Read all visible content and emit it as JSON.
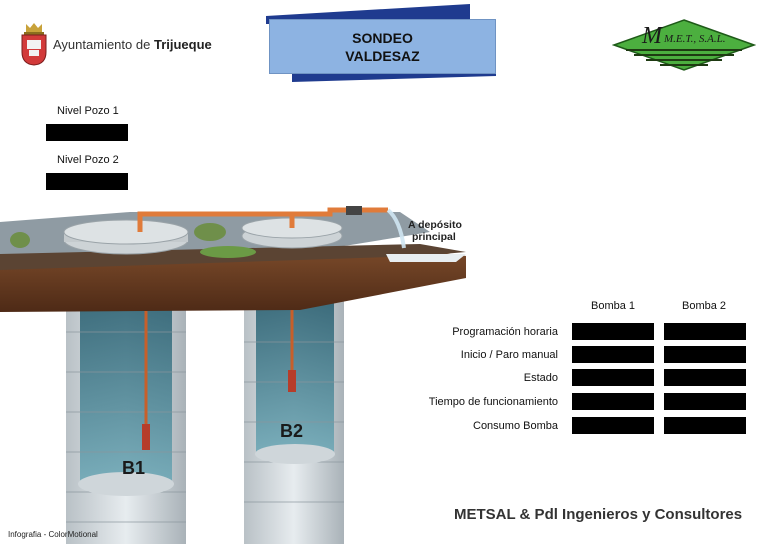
{
  "header": {
    "municipality_prefix": "Ayuntamiento de",
    "municipality_name": "Trijueque",
    "title_line1": "SONDEO",
    "title_line2": "VALDESAZ",
    "company_logo_text": "M.E.T., S.A.L."
  },
  "wells": {
    "level1_label": "Nivel Pozo 1",
    "level2_label": "Nivel Pozo 2"
  },
  "illustration": {
    "destination_line1": "A depósito",
    "destination_line2": "principal",
    "pump1_tag": "B1",
    "pump2_tag": "B2"
  },
  "pump_table": {
    "columns": [
      "Bomba 1",
      "Bomba 2"
    ],
    "rows": [
      "Programación horaria",
      "Inicio / Paro manual",
      "Estado",
      "Tiempo de funcionamiento",
      "Consumo Bomba"
    ]
  },
  "footer": {
    "brand": "METSAL & Pdl Ingenieros y Consultores",
    "credit": "Infografia - ColorMotional"
  },
  "colors": {
    "title_box": "#8db3e2",
    "title_back": "#1f3b8f",
    "company_green": "#4caf3f",
    "soil": "#6b3b1e",
    "water": "#3f7f91",
    "pipe": "#e07b3a"
  }
}
